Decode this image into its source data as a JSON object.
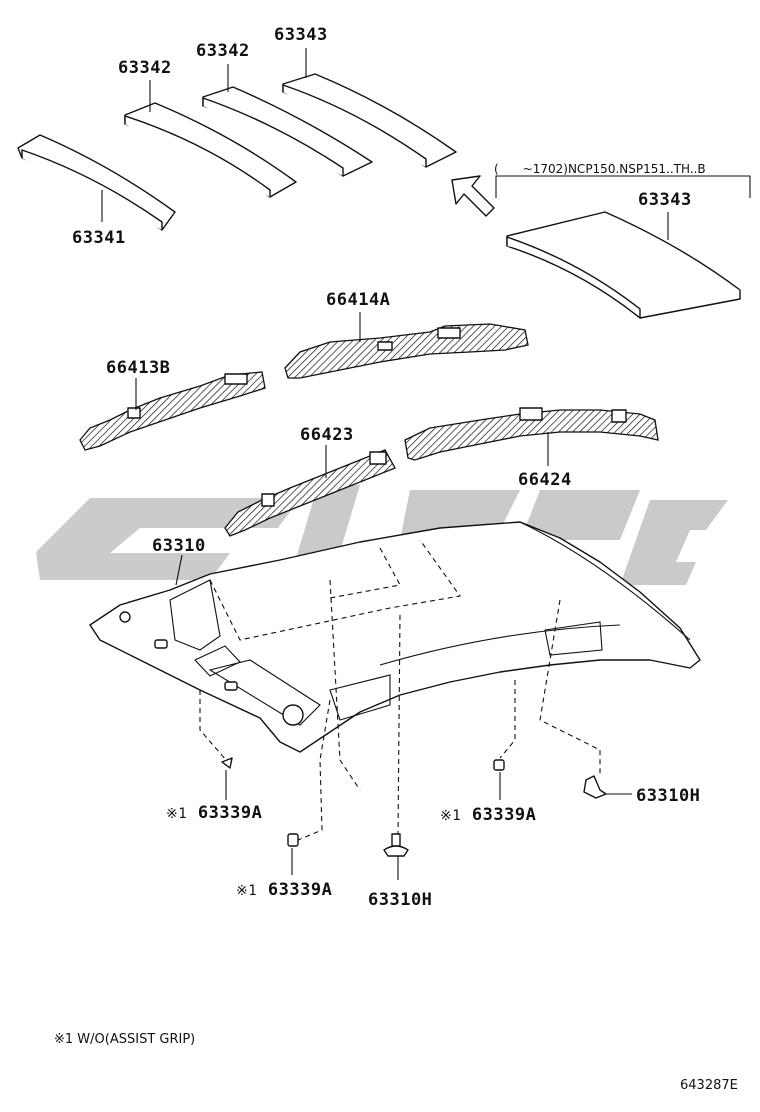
{
  "labels": {
    "p63341": "63341",
    "p63342a": "63342",
    "p63342b": "63342",
    "p63343a": "63343",
    "p63343b": "63343",
    "p66414a": "66414A",
    "p66413b": "66413B",
    "p66423": "66423",
    "p66424": "66424",
    "p63310": "63310",
    "p63339a_1": "63339A",
    "p63339a_2": "63339A",
    "p63339a_3": "63339A",
    "p63310h_1": "63310H",
    "p63310h_2": "63310H"
  },
  "mark": "※1",
  "bracket_note": "(　　~1702)NCP150.NSP151..TH..B",
  "footnote": "※1 W/O(ASSIST GRIP)",
  "diagram_code": "643287E",
  "watermark_color": "#c8c8c8"
}
